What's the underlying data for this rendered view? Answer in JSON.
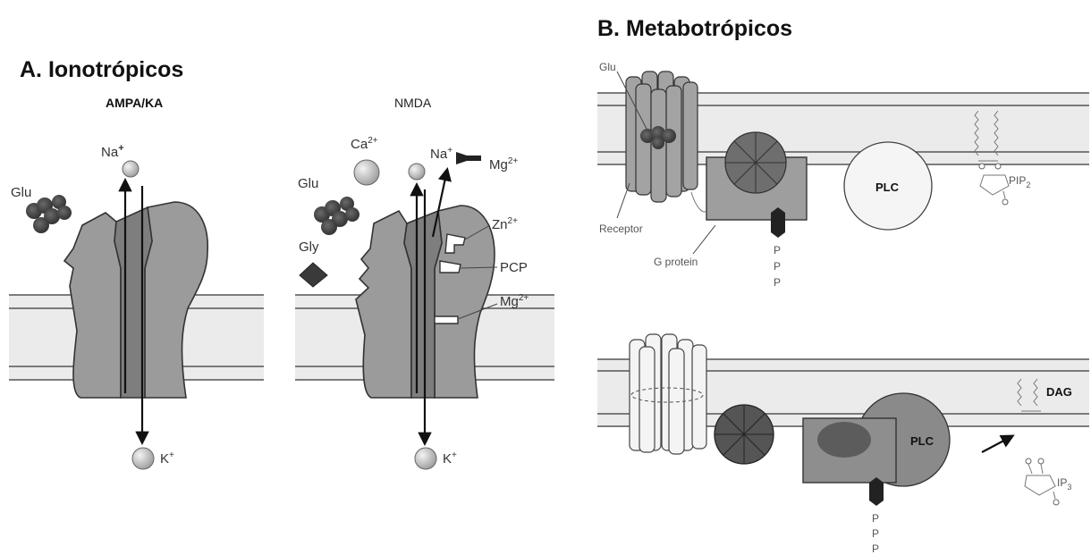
{
  "panel_a": {
    "heading": "A. Ionotrópicos",
    "ampa": {
      "subtitle": "AMPA/KA",
      "glu": "Glu",
      "na": "Na",
      "na_sup": "+",
      "k": "K",
      "k_sup": "+"
    },
    "nmda": {
      "subtitle": "NMDA",
      "glu": "Glu",
      "gly": "Gly",
      "ca": "Ca",
      "ca_sup": "2+",
      "na": "Na",
      "na_sup": "+",
      "mg_top": "Mg",
      "mg_top_sup": "2+",
      "zn": "Zn",
      "zn_sup": "2+",
      "pcp": "PCP",
      "mg_site": "Mg",
      "mg_site_sup": "2+",
      "k": "K",
      "k_sup": "+"
    }
  },
  "panel_b": {
    "heading": "B. Metabotrópicos",
    "top": {
      "glu": "Glu",
      "receptor": "Receptor",
      "g_protein": "G protein",
      "plc": "PLC",
      "pip": "PIP",
      "pip_sub": "2",
      "p1": "P",
      "p2": "P",
      "p3": "P"
    },
    "bottom": {
      "plc": "PLC",
      "dag": "DAG",
      "ip": "IP",
      "ip_sub": "3",
      "p1": "P",
      "p2": "P",
      "p3": "P"
    }
  }
}
